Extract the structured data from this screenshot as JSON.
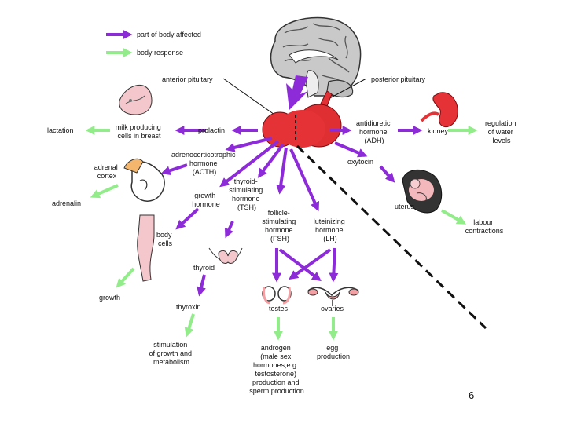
{
  "legend": {
    "affected": "part of body affected",
    "response": "body response",
    "affected_color": "#8e2bd9",
    "response_color": "#92ec8a"
  },
  "labels": {
    "anterior_pituitary": "anterior pituitary",
    "posterior_pituitary": "posterior pituitary",
    "prolactin": "prolactin",
    "milk_cells": [
      "milk producing",
      "cells in breast"
    ],
    "lactation": "lactation",
    "acth": [
      "adrenocorticotrophic",
      "hormone",
      "(ACTH)"
    ],
    "adrenal_cortex": [
      "adrenal",
      "cortex"
    ],
    "adrenalin": "adrenalin",
    "growth_hormone": [
      "growth",
      "hormone"
    ],
    "body_cells": [
      "body",
      "cells"
    ],
    "growth": "growth",
    "tsh": [
      "thyroid-",
      "stimulating",
      "hormone",
      "(TSH)"
    ],
    "thyroid": "thyroid",
    "thyroxin": "thyroxin",
    "stimulation": [
      "stimulation",
      "of growth and",
      "metabolism"
    ],
    "fsh": [
      "follicle-",
      "stimulating",
      "hormone",
      "(FSH)"
    ],
    "lh": [
      "luteinizing",
      "hormone",
      "(LH)"
    ],
    "testes": "testes",
    "ovaries": "ovaries",
    "androgen": [
      "androgen",
      "(male sex",
      "hormones,e.g.",
      "testosterone)",
      "production and",
      "sperm production"
    ],
    "egg": [
      "egg",
      "production"
    ],
    "adh": [
      "antidiuretic",
      "hormone",
      "(ADH)"
    ],
    "kidney": "kidney",
    "water": [
      "regulation",
      "of water",
      "levels"
    ],
    "oxytocin": "oxytocin",
    "uterus": "uterus",
    "labour": [
      "labour",
      "contractions"
    ]
  },
  "page_number": "6",
  "icons": [
    "brain-icon",
    "pituitary-gland-icon",
    "breast-icon",
    "adrenal-kidney-icon",
    "leg-icon",
    "thyroid-icon",
    "testes-icon",
    "ovaries-icon",
    "kidney-icon",
    "uterus-fetus-icon"
  ]
}
